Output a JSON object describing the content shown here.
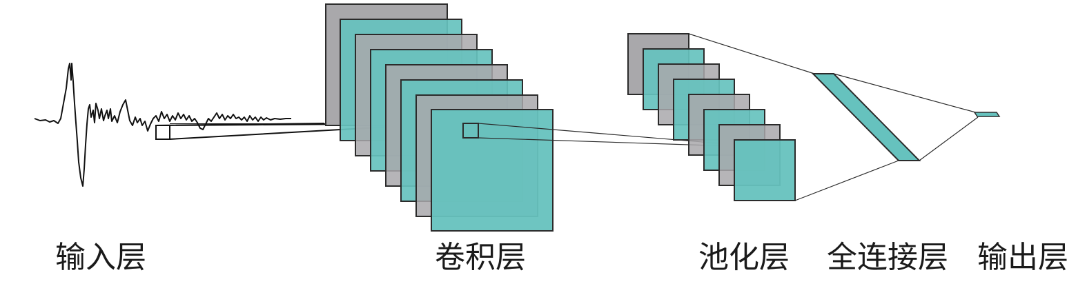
{
  "labels": {
    "input": "输入层",
    "conv": "卷积层",
    "pool": "池化层",
    "fc": "全连接层",
    "output": "输出层"
  },
  "colors": {
    "teal": "#66c2be",
    "gray": "#a9a8ab",
    "stroke": "#2b2b2b",
    "text": "#1a1a1a"
  },
  "structure": {
    "conv_feature_maps": 8,
    "pool_feature_maps": 8,
    "feature_map_pattern": [
      "gray",
      "teal",
      "gray",
      "teal",
      "gray",
      "teal",
      "gray",
      "teal"
    ]
  }
}
